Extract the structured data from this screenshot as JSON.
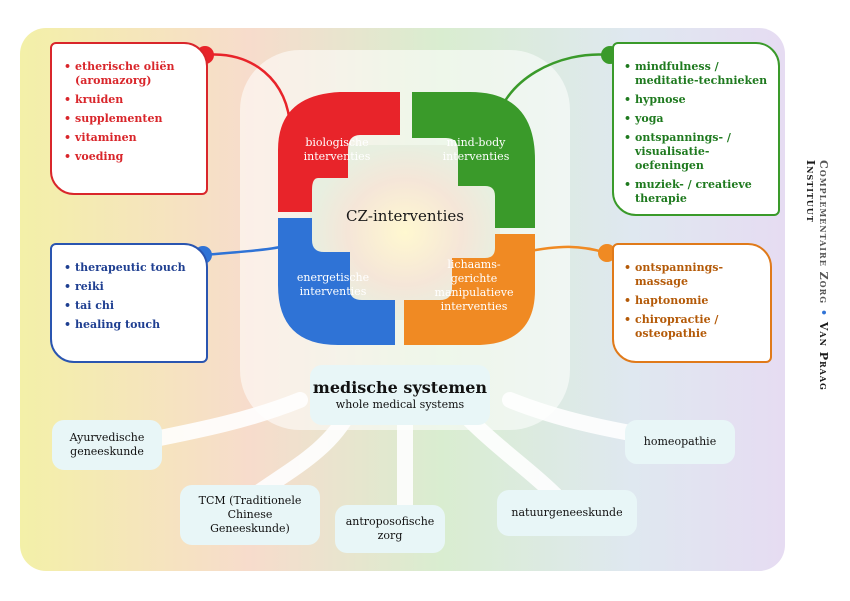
{
  "center": {
    "title": "CZ-interventies"
  },
  "quadrants": {
    "biologisch": "biologische interventies",
    "mindbody_1": "mind-body",
    "mindbody_2": "interventies",
    "energetisch_1": "energetische",
    "energetisch_2": "interventies",
    "lichaam_1": "lichaams-",
    "lichaam_2": "gerichte",
    "lichaam_3": "manipulatieve",
    "lichaam_4": "interventies",
    "biologisch_1": "biologische",
    "biologisch_2": "interventies"
  },
  "lists": {
    "red": [
      "etherische oliën (aromazorg)",
      "kruiden",
      "supplementen",
      "vitaminen",
      "voeding"
    ],
    "green": [
      "mindfulness / meditatie-technieken",
      "hypnose",
      "yoga",
      "ontspannings- / visualisatie-oefeningen",
      "muziek- / creatieve therapie"
    ],
    "blue": [
      "therapeutic touch",
      "reiki",
      "tai chi",
      "healing touch"
    ],
    "orange": [
      "ontspannings-massage",
      "haptonomie",
      "chiropractie / osteopathie"
    ]
  },
  "systems": {
    "title": "medische systemen",
    "subtitle": "whole medical systems",
    "ayurveda": "Ayurvedische geneeskunde",
    "tcm": "TCM (Traditionele Chinese Geneeskunde)",
    "antroposofie": "antroposofische zorg",
    "natuur": "natuurgeneeskunde",
    "homeopathie": "homeopathie"
  },
  "side": {
    "part1": "Complementaire Zorg",
    "sep": "•",
    "part2": "Van Praag Instituut"
  },
  "colors": {
    "red": "#e8242a",
    "green": "#3a9a2a",
    "blue": "#2f73d6",
    "orange": "#f08a23"
  }
}
